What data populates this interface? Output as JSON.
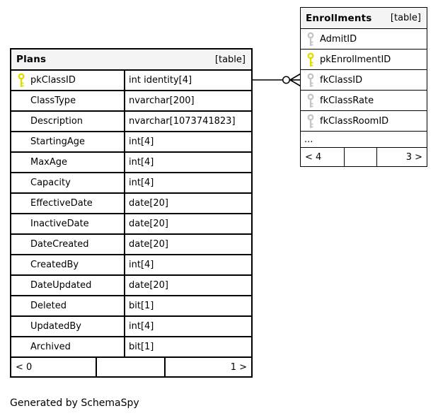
{
  "caption": "Generated by SchemaSpy",
  "colors": {
    "primary_key": "#dede00",
    "foreign_key": "#c6c6c6",
    "header_bg": "#f4f4f4",
    "border": "#000000"
  },
  "relationship": {
    "from": "Plans.pkClassID",
    "to": "Enrollments.fkClassID",
    "cardinality": "zero-or-many"
  },
  "tables": [
    {
      "name": "Plans",
      "tag": "[table]",
      "has_type_column": true,
      "columns": [
        {
          "name": "pkClassID",
          "type": "int identity[4]",
          "key": "primary"
        },
        {
          "name": "ClassType",
          "type": "nvarchar[200]",
          "key": "none"
        },
        {
          "name": "Description",
          "type": "nvarchar[1073741823]",
          "key": "none"
        },
        {
          "name": "StartingAge",
          "type": "int[4]",
          "key": "none"
        },
        {
          "name": "MaxAge",
          "type": "int[4]",
          "key": "none"
        },
        {
          "name": "Capacity",
          "type": "int[4]",
          "key": "none"
        },
        {
          "name": "EffectiveDate",
          "type": "date[20]",
          "key": "none"
        },
        {
          "name": "InactiveDate",
          "type": "date[20]",
          "key": "none"
        },
        {
          "name": "DateCreated",
          "type": "date[20]",
          "key": "none"
        },
        {
          "name": "CreatedBy",
          "type": "int[4]",
          "key": "none"
        },
        {
          "name": "DateUpdated",
          "type": "date[20]",
          "key": "none"
        },
        {
          "name": "Deleted",
          "type": "bit[1]",
          "key": "none"
        },
        {
          "name": "UpdatedBy",
          "type": "int[4]",
          "key": "none"
        },
        {
          "name": "Archived",
          "type": "bit[1]",
          "key": "none"
        }
      ],
      "footer": {
        "left": "< 0",
        "middle": "",
        "right": "1 >"
      }
    },
    {
      "name": "Enrollments",
      "tag": "[table]",
      "has_type_column": false,
      "columns": [
        {
          "name": "AdmitID",
          "key": "foreign"
        },
        {
          "name": "pkEnrollmentID",
          "key": "primary"
        },
        {
          "name": "fkClassID",
          "key": "foreign"
        },
        {
          "name": "fkClassRate",
          "key": "foreign"
        },
        {
          "name": "fkClassRoomID",
          "key": "foreign"
        },
        {
          "name": "...",
          "key": "none",
          "ellipsis": true
        }
      ],
      "footer": {
        "left": "< 4",
        "middle": "",
        "right": "3 >"
      }
    }
  ]
}
